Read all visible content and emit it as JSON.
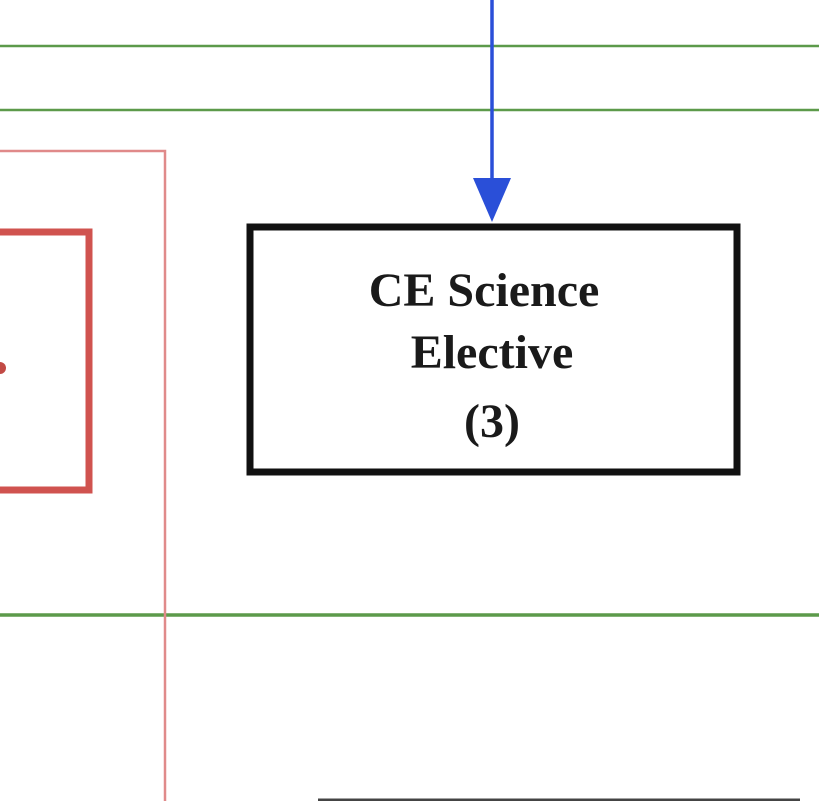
{
  "diagram": {
    "course_box": {
      "line1": "CE Science",
      "line2": "Elective",
      "credits": "(3)"
    },
    "colors": {
      "row_divider": "#5c9a4a",
      "outer_section": "#e08a8a",
      "inner_course": "#d0534f",
      "arrow": "#2a4fd8",
      "box_border": "#111111",
      "box_text": "#1a1a1a"
    }
  }
}
